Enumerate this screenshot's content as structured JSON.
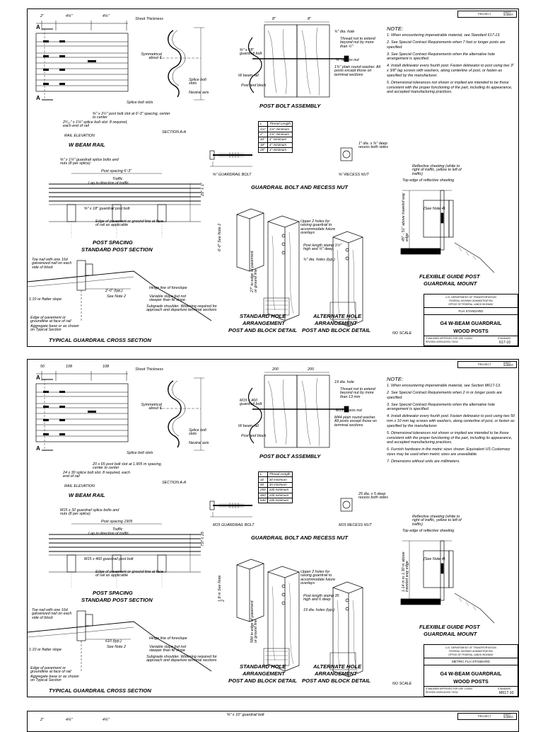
{
  "sheets": [
    {
      "variant": "english",
      "notes_heading": "NOTE:",
      "notes": [
        "1. When encountering impenetrable material, see Standard 617-13.",
        "2. See Special Contract Requirements when 7 foot or longer posts are specified.",
        "3. See Special Contract Requirements when the alternative hole arrangement is specified.",
        "4. Install delineator every fourth post. Fasten delineator to post using two 3\" x 3/8\" lag screws with washers, along centerline of post, or fasten as specified by the manufacturer.",
        "5. Dimensional tolerances not shown or implied are intended to be those consistent with the proper functioning of the part, including its appearance, and accepted manufacturing practices."
      ],
      "titles": {
        "w_beam_rail": "W BEAM RAIL",
        "rail_elevation": "RAIL ELEVATION",
        "section_aa": "SECTION A-A",
        "post_bolt_assembly": "POST BOLT ASSEMBLY",
        "guardrail_bolt_recess_nut": "GUARDRAIL BOLT AND RECESS NUT",
        "post_spacing": "POST SPACING",
        "standard_post_section": "STANDARD POST SECTION",
        "typical_cross_section": "TYPICAL GUARDRAIL CROSS SECTION",
        "standard_hole": "STANDARD HOLE",
        "arrangement": "ARRANGEMENT",
        "post_block_detail": "POST AND BLOCK DETAIL",
        "alternate_hole": "ALTERNATE HOLE",
        "flexible_guide_post": "FLEXIBLE GUIDE POST",
        "guardrail_mount": "GUARDRAIL MOUNT"
      },
      "labels": {
        "top_dims": [
          "2\"",
          "4¼\"",
          "4¼\""
        ],
        "shoe_thickness": "Shoot Thickness",
        "symmetrical": "Symmetrical about ℄",
        "splice_bolt_slots": "Splice bolt slots",
        "neutral_axis": "Neutral axis",
        "post_bolt_slot": "⅝\" x 2½\" post bolt slot at 6'-3\" spacing, center to center",
        "splice_bolt_slot": "2⁹⁄₃₂\" x 1⅛\" splice bolt slot. 8 required, each end of rail",
        "dia_hole": "¾\" dia. hole",
        "thread_note": "Thread not to extend beyond nut by more than ½\"",
        "recess_nut": "⅝\" recess nut",
        "guardrail_bolt": "⅝\" x 18\" guardrail bolt",
        "washer": "1¾\" plain round washer. All posts except those on terminal sections",
        "w_beam_rail_lbl": "W beam rail",
        "post_and_block": "Post and block",
        "post_width_1": "8\"",
        "post_width_2": "8\"",
        "gr_bolt_caption": "⅝\" GUARDRAIL BOLT",
        "recess_nut_caption": "⅝\" RECESS NUT",
        "recess_note": "1\" dia. x ⅞\" deep recess both sides",
        "splice_bolts": "⅝\" x 1¼\" guardrail splice bolts and nuts (8 per splice)",
        "post_spacing_dim": "Post spacing 6'-3\"",
        "traffic": "Traffic",
        "lap": "Lap in direction of traffic",
        "post_bolt": "⅝\" x 18\" guardrail post bolt",
        "edge_pavement": "Edge of pavement or ground line at face of rail as applicable",
        "height_dim": "29\" ± 1\"",
        "toe_nail": "Toe nail with one 16d galvanized nail on each side of block",
        "hinge_line": "Hinge line of foreslope",
        "variable_slope": "Variable slope but not steeper than fill slope",
        "subgrade": "Subgrade shoulder. Widening required for approach and departure terminal sections",
        "flatter": "1:10 or flatter slope",
        "edge_groundline": "Edge of pavement or groundline at face of rail",
        "aggregate": "Aggregate base or as shown on Typical Section",
        "offset": "2'-0\" (typ.)",
        "see_note_2": "See Note 2",
        "upper_holes": "Upper 2 holes for raising guardrail to accommodate future overlays",
        "length_stamp": "Post length stamp 1½\" high and ¼\" deep",
        "dia_holes": "¾\" dia. holes (typ.)",
        "post_length": "6'-0\" See Note 2",
        "embed": "27\" to edge of pavement or ground line",
        "reflective": "Reflective sheeting (white to right of traffic, yellow to left of traffic)",
        "top_sheeting": "Top edge of reflective sheeting",
        "see_note_4": "(See Note 4)",
        "above_way": "45\" - 51\" above traveled way edge"
      },
      "thread_table": {
        "headers": [
          "L",
          "Thread Length"
        ],
        "rows": [
          [
            "1¼\"",
            "1⅛\" minimum"
          ],
          [
            "2\"",
            "1⅞\" minimum"
          ],
          [
            "10\"",
            "4\" minimum"
          ],
          [
            "18\"",
            "4\" minimum"
          ],
          [
            "25\"",
            "4\" minimum"
          ]
        ]
      },
      "title_block": {
        "agency_1": "U.S. DEPARTMENT OF TRANSPORTATION",
        "agency_2": "FEDERAL HIGHWAY ADMINISTRATION",
        "agency_3": "OFFICE OF FEDERAL LANDS HIGHWAY",
        "standard_type": "FLH STANDARD",
        "title_1": "G4 W-BEAM GUARDRAIL",
        "title_2": "WOOD POSTS",
        "approved": "STANDARDS APPROVED FOR USE: 11/2004",
        "revised": "REVISED 4/1994  5/2001  7/2012",
        "standard_label": "STANDARD",
        "standard_no": "617-10",
        "no_scale": "NO SCALE",
        "project": "PROJECT",
        "sheet_number": "SHEET NUMBER"
      }
    },
    {
      "variant": "metric",
      "notes_heading": "NOTE:",
      "notes": [
        "1. When encountering impenetrable material, see Section M617-13.",
        "2. See Special Contract Requirements when 2 m or longer posts are specified.",
        "3. See Special Contract Requirements when the alternative hole arrangement is specified.",
        "4. Install delineator every fourth post. Fasten delineator to post using two 50 mm x 10 mm lag screws with washers, along centerline of post, or fasten as specified by the manufacturer.",
        "5. Dimensional tolerances not shown or implied are intended to be those consistent with the proper functioning of the part, including its appearance, and accepted manufacturing practices.",
        "6. Furnish hardware in the metric sizes shown. Equivalent US Customary sizes may be used when metric sizes are unavailable.",
        "7. Dimensions without units are millimeters."
      ],
      "titles": {
        "w_beam_rail": "W BEAM RAIL",
        "rail_elevation": "RAIL ELEVATION",
        "section_aa": "SECTION A-A",
        "post_bolt_assembly": "POST BOLT ASSEMBLY",
        "guardrail_bolt_recess_nut": "GUARDRAIL BOLT AND RECESS NUT",
        "post_spacing": "POST SPACING",
        "standard_post_section": "STANDARD POST SECTION",
        "typical_cross_section": "TYPICAL GUARDRAIL CROSS SECTION",
        "standard_hole": "STANDARD HOLE",
        "arrangement": "ARRANGEMENT",
        "post_block_detail": "POST AND BLOCK DETAIL",
        "alternate_hole": "ALTERNATE HOLE",
        "flexible_guide_post": "FLEXIBLE GUIDE POST",
        "guardrail_mount": "GUARDRAIL MOUNT"
      },
      "labels": {
        "top_dims": [
          "50",
          "108",
          "108"
        ],
        "shoe_thickness": "Shoot Thickness",
        "symmetrical": "Symmetrical about ℄",
        "splice_bolt_slots": "Splice bolt slots",
        "neutral_axis": "Neutral axis",
        "post_bolt_slot": "20 x 65 post bolt slot at 1.905 m spacing, center to center",
        "splice_bolt_slot": "24 x 30 splice bolt slot. 8 required, each end of rail",
        "dia_hole": "19 dia. hole",
        "thread_note": "Thread not to extend beyond nut by more than 13 mm",
        "recess_nut": "M15 recess nut",
        "guardrail_bolt": "M15 x 460 guardrail bolt",
        "washer": "M44 plain round washer. All posts except those on terminal sections",
        "w_beam_rail_lbl": "W beam rail",
        "post_and_block": "Post and block",
        "post_width_1": "200",
        "post_width_2": "200",
        "gr_bolt_caption": "M15 GUARDRAIL BOLT",
        "recess_nut_caption": "M15 RECESS NUT",
        "recess_note": "25 dia. x 5 deep recess both sides",
        "splice_bolts": "M15 x 32 guardrail splice bolts and nuts (8 per splice)",
        "post_spacing_dim": "Post spacing 1905",
        "traffic": "Traffic",
        "lap": "Lap in direction of traffic",
        "post_bolt": "M15 x 460 guardrail post bolt",
        "edge_pavement": "Edge of pavement or ground line at face of rail as applicable",
        "height_dim": "737 ± 25",
        "toe_nail": "Toe nail with one 16d galvanized nail on each side of block",
        "hinge_line": "Hinge line of foreslope",
        "variable_slope": "Variable slope but not steeper than fill slope",
        "subgrade": "Subgrade shoulder. Widening required for approach and departure terminal sections",
        "flatter": "1:10 or flatter slope",
        "edge_groundline": "Edge of pavement or groundline at face of rail",
        "aggregate": "Aggregate base or as shown on Typical Section",
        "offset": "610 (typ.)",
        "see_note_2": "See Note 2",
        "upper_holes": "Upper 2 holes for raising guardrail to accommodate future overlays",
        "length_stamp": "Post length stamp 35 high and 6 deep",
        "dia_holes": "19 dia. holes (typ.)",
        "post_length": "1.8 m See Note 2",
        "embed": "584 to edge of pavement or ground line",
        "reflective": "Reflective sheeting (white to right of traffic, yellow to left of traffic)",
        "top_sheeting": "Top edge of reflective sheeting",
        "see_note_4": "(See Note 4)",
        "above_way": "1.14 m to 1.30 m above traveled way edge"
      },
      "thread_table": {
        "headers": [
          "L",
          "Thread Length"
        ],
        "rows": [
          [
            "32",
            "30 minimum"
          ],
          [
            "50",
            "45 minimum"
          ],
          [
            "255",
            "100 minimum"
          ],
          [
            "460",
            "100 minimum"
          ],
          [
            "640",
            "100 minimum"
          ]
        ]
      },
      "title_block": {
        "agency_1": "U.S. DEPARTMENT OF TRANSPORTATION",
        "agency_2": "FEDERAL HIGHWAY ADMINISTRATION",
        "agency_3": "OFFICE OF FEDERAL LANDS HIGHWAY",
        "standard_type": "METRIC FLH STANDARD",
        "title_1": "G4 W-BEAM GUARDRAIL",
        "title_2": "WOOD POSTS",
        "approved": "STANDARDS APPROVED FOR USE: 11/2004",
        "revised": "REVISED 4/1994  5/2001  7/2012",
        "standard_label": "STANDARD",
        "standard_no": "M617-10",
        "no_scale": "NO SCALE",
        "project": "PROJECT",
        "sheet_number": "SHEET NUMBER"
      }
    }
  ],
  "next_sheet_partial": {
    "top_dims": [
      "2\"",
      "4¼\"",
      "4¼\""
    ],
    "label": "⅝\" x 10\" guardrail bolt",
    "project": "PROJECT",
    "sheet_number": "SHEET NUMBER"
  }
}
